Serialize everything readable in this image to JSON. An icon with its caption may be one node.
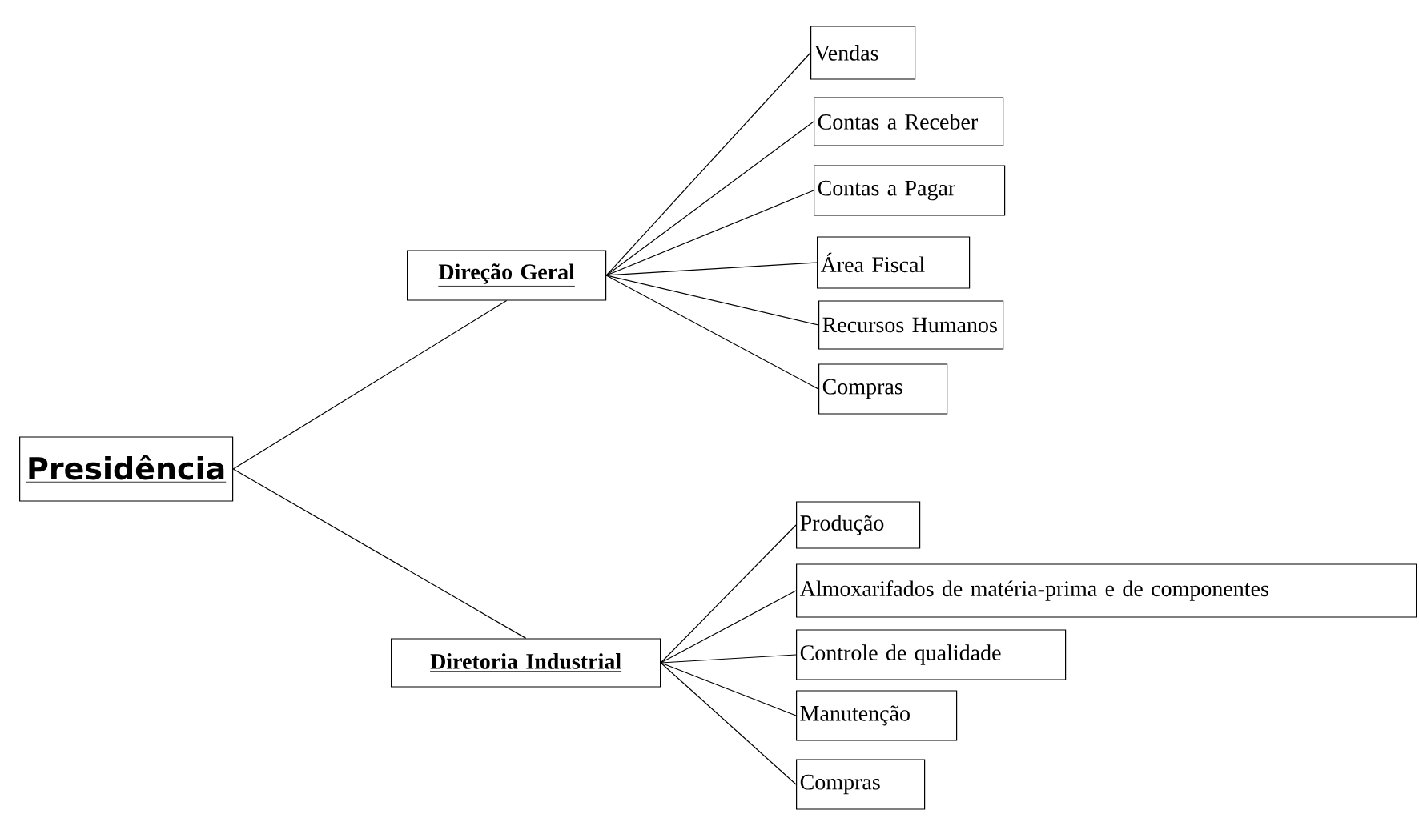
{
  "diagram": {
    "nodes": [
      {
        "text": [
          "Presidência"
        ]
      },
      {
        "text": [
          "Direção Geral"
        ]
      },
      {
        "text": [
          "Vendas"
        ]
      },
      {
        "text": [
          "Contas a Receber"
        ]
      },
      {
        "text": [
          "Contas a Pagar"
        ]
      },
      {
        "text": [
          "Área Fiscal"
        ]
      },
      {
        "text": [
          "Recursos Humanos"
        ]
      },
      {
        "text": [
          "Compras"
        ]
      },
      {
        "text": [
          "Diretoria Industrial"
        ]
      },
      {
        "text": [
          "Produção"
        ]
      },
      {
        "text": [
          "Almoxarifados de matéria-prima e de componentes"
        ]
      },
      {
        "text": [
          "Controle de qualidade"
        ]
      },
      {
        "text": [
          "Manutenção"
        ]
      },
      {
        "text": [
          "Compras"
        ]
      }
    ],
    "edges": [
      {
        "from": 0,
        "to": 1,
        "arrow": "none"
      },
      {
        "from": 0,
        "to": 8,
        "arrow": "none"
      },
      {
        "from": 1,
        "to": 2,
        "arrow": "none"
      },
      {
        "from": 1,
        "to": 3,
        "arrow": "none"
      },
      {
        "from": 1,
        "to": 4,
        "arrow": "none"
      },
      {
        "from": 1,
        "to": 5,
        "arrow": "none"
      },
      {
        "from": 1,
        "to": 6,
        "arrow": "none"
      },
      {
        "from": 1,
        "to": 7,
        "arrow": "none"
      },
      {
        "from": 8,
        "to": 9,
        "arrow": "none"
      },
      {
        "from": 8,
        "to": 10,
        "arrow": "none"
      },
      {
        "from": 8,
        "to": 11,
        "arrow": "none"
      },
      {
        "from": 8,
        "to": 12,
        "arrow": "none"
      },
      {
        "from": 8,
        "to": 13,
        "arrow": "none"
      }
    ]
  }
}
